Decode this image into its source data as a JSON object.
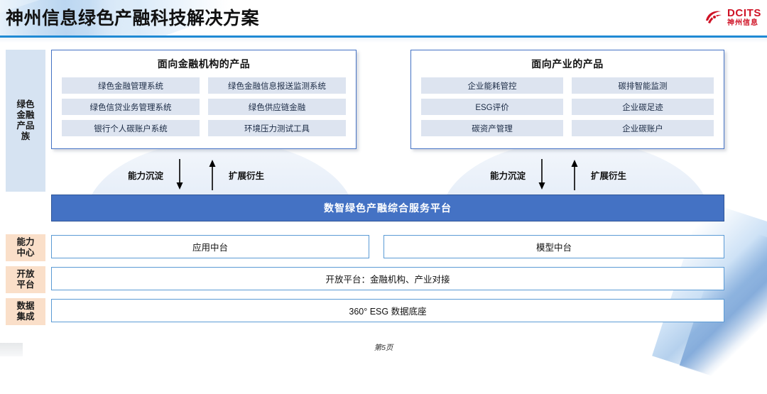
{
  "header": {
    "title": "神州信息绿色产融科技解决方案",
    "logo": {
      "icon": "dcits-swirl-logo",
      "en": "DCITS",
      "cn": "神州信息",
      "color": "#cf1225"
    },
    "rule_color": "#1f8ad4"
  },
  "sidebar": {
    "items": [
      {
        "label": "绿色\n金融\n产品\n族",
        "bg": "#d6e3f2"
      },
      {
        "label": "能力\n中心",
        "bg": "#fadfc9"
      },
      {
        "label": "开放\n平台",
        "bg": "#fadfc9"
      },
      {
        "label": "数据\n集成",
        "bg": "#fadfc9"
      }
    ]
  },
  "panels": [
    {
      "title": "面向金融机构的产品",
      "items": [
        "绿色金融管理系统",
        "绿色金融信息报送监测系统",
        "绿色信贷业务管理系统",
        "绿色供应链金融",
        "银行个人碳账户系统",
        "环境压力测试工具"
      ]
    },
    {
      "title": "面向产业的产品",
      "items": [
        "企业能耗管控",
        "碳排智能监测",
        "ESG评价",
        "企业碳足迹",
        "碳资产管理",
        "企业碳账户"
      ]
    }
  ],
  "flows": [
    {
      "down_label": "能力沉淀",
      "up_label": "扩展衍生"
    },
    {
      "down_label": "能力沉淀",
      "up_label": "扩展衍生"
    }
  ],
  "platform": {
    "label": "数智绿色产融综合服务平台",
    "bg": "#4472c4",
    "fg": "#ffffff"
  },
  "layers": {
    "capability": [
      {
        "label": "应用中台"
      },
      {
        "label": "模型中台"
      }
    ],
    "open_platform": {
      "label": "开放平台：金融机构、产业对接"
    },
    "data_integration": {
      "label": "360° ESG 数据底座"
    }
  },
  "footer": {
    "page_label": "第5页"
  }
}
